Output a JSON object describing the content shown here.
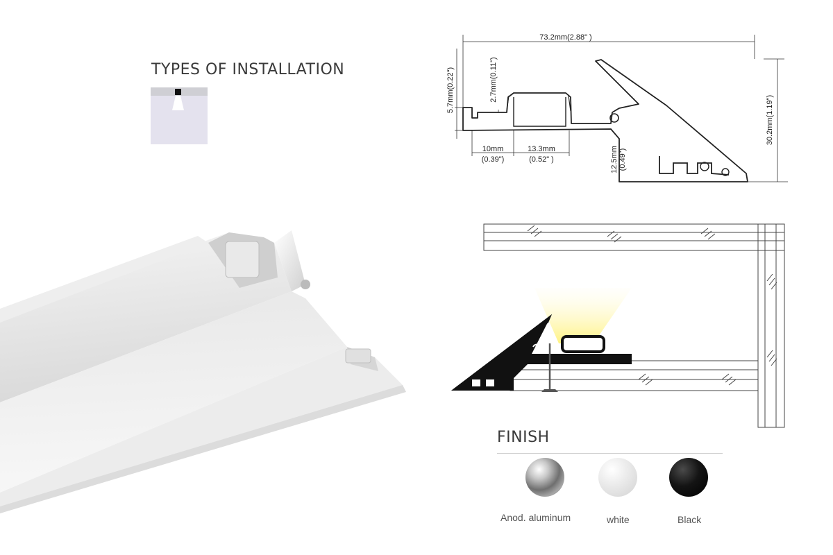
{
  "installation": {
    "title": "TYPES OF INSTALLATION"
  },
  "drawing": {
    "overall_width": "73.2mm(2.88\" )",
    "height_lip": "5.7mm(0.22\")",
    "height_inner": "2.7mm(0.11\")",
    "width_flange_mm": "10mm",
    "width_flange_in": "(0.39\")",
    "width_channel_mm": "13.3mm",
    "width_channel_in": "(0.52\" )",
    "height_lower_mm": "12.5mm",
    "height_lower_in": "(0.49\")",
    "overall_height": "30.2mm(1.19\")"
  },
  "finish": {
    "title": "FINISH",
    "options": [
      {
        "label": "Anod. aluminum",
        "color": "#9a9a9a"
      },
      {
        "label": "white",
        "color": "#e2e2e2"
      },
      {
        "label": "Black",
        "color": "#111111"
      }
    ]
  }
}
